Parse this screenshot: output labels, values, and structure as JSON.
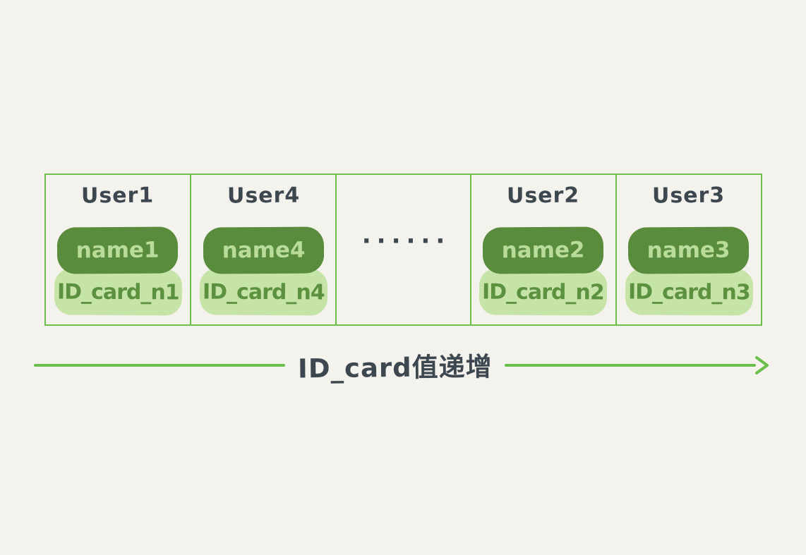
{
  "page": {
    "background": "#f4f2ec",
    "ink_color": "#3d4750"
  },
  "colors": {
    "table_border_green": "#6abf4b",
    "name_pill_dark_green": "#5a8c3e",
    "id_pill_light_green": "#c7e4a8",
    "name_text_light_green": "#b9dc9a",
    "id_text_green": "#5c9140",
    "arrow_green": "#6abf4b"
  },
  "table": {
    "cells": [
      {
        "user": "User1",
        "name": "name1",
        "id_card": "ID_card_n1"
      },
      {
        "user": "User4",
        "name": "name4",
        "id_card": "ID_card_n4"
      },
      {
        "ellipsis": "······"
      },
      {
        "user": "User2",
        "name": "name2",
        "id_card": "ID_card_n2"
      },
      {
        "user": "User3",
        "name": "name3",
        "id_card": "ID_card_n3"
      }
    ]
  },
  "arrow": {
    "label": "ID_card值递增"
  }
}
